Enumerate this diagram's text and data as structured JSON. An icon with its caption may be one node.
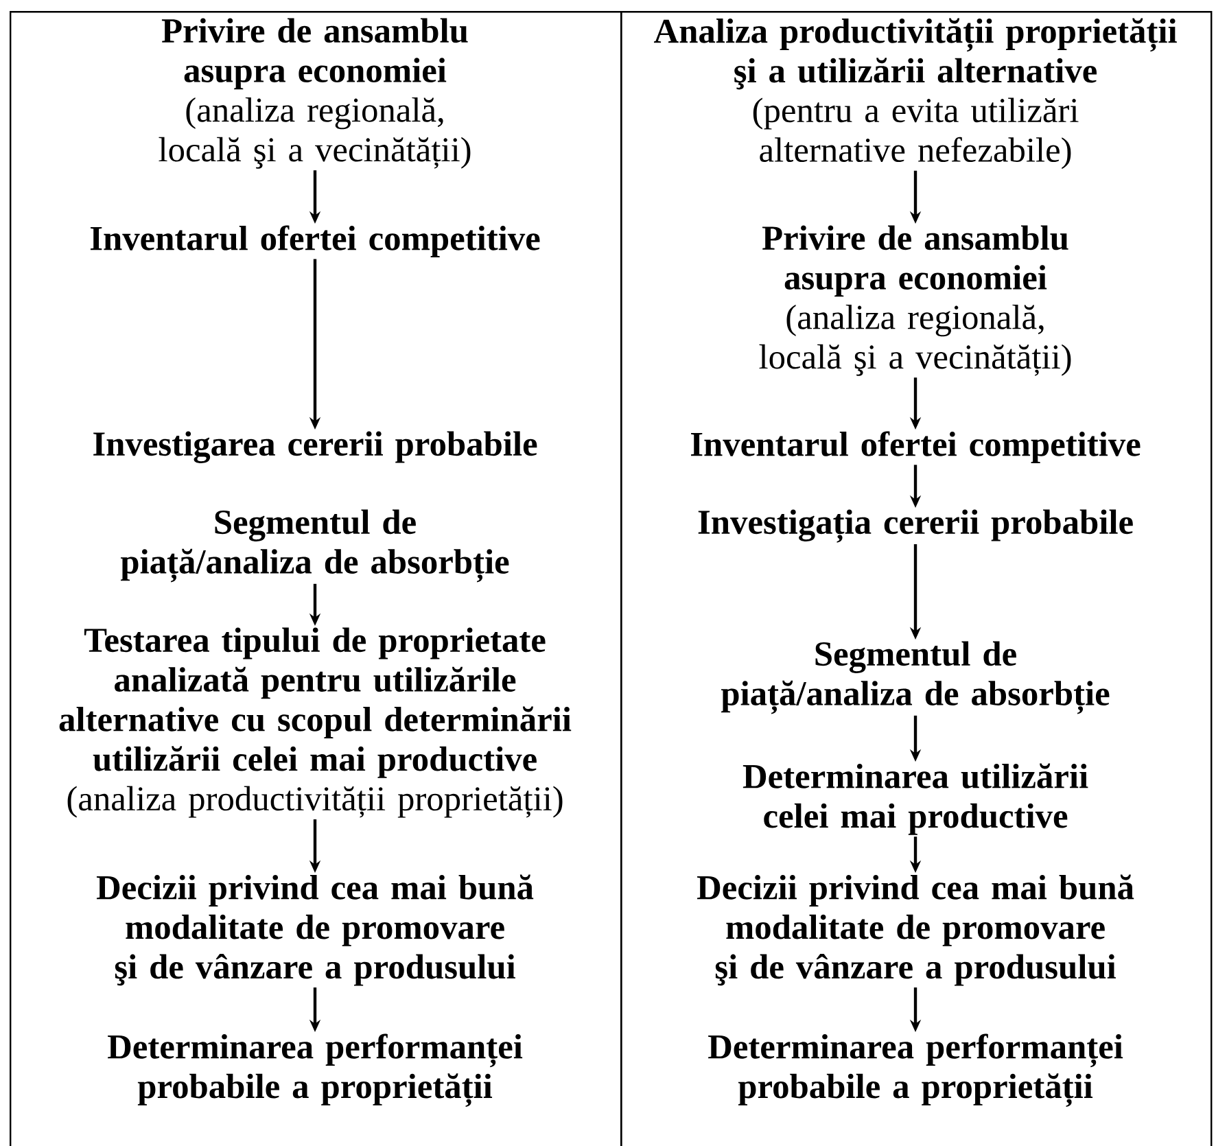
{
  "diagram": {
    "nodes": [
      {
        "text": [],
        "shape": "box"
      },
      {
        "text": [],
        "shape": "box"
      },
      {
        "text": [
          "Privire de ansamblu asupra economiei",
          "(analiza regională, locală şi a vecinătății)"
        ],
        "in": 0
      },
      {
        "text": [
          "Inventarul ofertei competitive"
        ],
        "in": 0
      },
      {
        "text": [
          "Investigarea cererii probabile"
        ],
        "in": 0
      },
      {
        "text": [
          "Segmentul de piață/analiza de absorbție"
        ],
        "in": 0
      },
      {
        "text": [
          "Testarea tipului de proprietate analizată pentru utilizările alternative cu scopul determinării utilizării celei mai productive",
          "(analiza productivității proprietății)"
        ],
        "in": 0
      },
      {
        "text": [
          "Decizii privind cea mai bună modalitate de promovare şi de vânzare a produsului"
        ],
        "in": 0
      },
      {
        "text": [
          "Determinarea performanței probabile a proprietății"
        ],
        "in": 0
      },
      {
        "text": [
          "Analiza productivității proprietății şi a utilizării alternative",
          "(pentru a evita utilizări alternative nefezabile)"
        ],
        "in": 1
      },
      {
        "text": [
          "Privire de ansamblu asupra economiei",
          "(analiza regională, locală şi a vecinătății)"
        ],
        "in": 1
      },
      {
        "text": [
          "Inventarul ofertei competitive"
        ],
        "in": 1
      },
      {
        "text": [
          "Investigația cererii probabile"
        ],
        "in": 1
      },
      {
        "text": [
          "Segmentul de piață/analiza de absorbție"
        ],
        "in": 1
      },
      {
        "text": [
          "Determinarea utilizării celei mai productive"
        ],
        "in": 1
      },
      {
        "text": [
          "Decizii privind cea mai bună modalitate de promovare şi de vânzare a produsului"
        ],
        "in": 1
      },
      {
        "text": [
          "Determinarea performanței probabile a proprietății"
        ],
        "in": 1
      }
    ],
    "edges": [
      {
        "from": 2,
        "to": 3,
        "arrow": "to"
      },
      {
        "from": 3,
        "to": 4,
        "arrow": "to"
      },
      {
        "from": 5,
        "to": 6,
        "arrow": "to"
      },
      {
        "from": 6,
        "to": 7,
        "arrow": "to"
      },
      {
        "from": 7,
        "to": 8,
        "arrow": "to"
      },
      {
        "from": 9,
        "to": 10,
        "arrow": "to"
      },
      {
        "from": 10,
        "to": 11,
        "arrow": "to"
      },
      {
        "from": 11,
        "to": 12,
        "arrow": "to"
      },
      {
        "from": 12,
        "to": 13,
        "arrow": "to"
      },
      {
        "from": 13,
        "to": 14,
        "arrow": "to"
      },
      {
        "from": 14,
        "to": 15,
        "arrow": "to"
      },
      {
        "from": 15,
        "to": 16,
        "arrow": "to"
      }
    ]
  }
}
